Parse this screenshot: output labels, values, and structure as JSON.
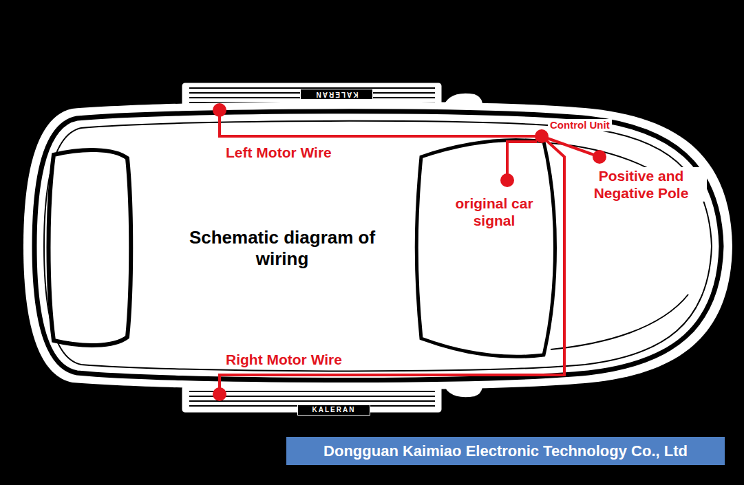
{
  "diagram": {
    "title": "Schematic diagram of wiring",
    "nodes": [
      {
        "text": [
          "Dongguan Kaimiao Electronic Technology Co., Ltd"
        ]
      }
    ],
    "labels": [
      "KALERAN",
      "Control Unit",
      "Left Motor Wire",
      "Positive and Negative Pole",
      "original car signal",
      "Right Motor Wire",
      "KALERAN"
    ]
  }
}
